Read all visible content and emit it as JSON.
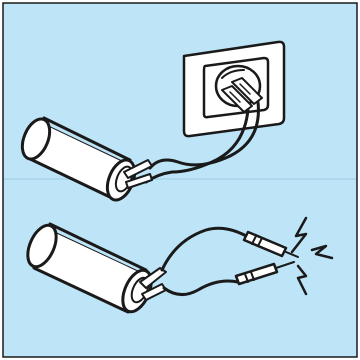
{
  "illustration": {
    "background_color": "#bde4f7",
    "ink_color": "#1a1a1a",
    "fill_color": "#ffffff",
    "top_scene": {
      "subject": "capacitor",
      "connected_to": "wall-socket",
      "icons": [
        "capacitor-icon",
        "wall-socket-icon",
        "lead-wires-icon"
      ]
    },
    "bottom_scene": {
      "subject": "capacitor",
      "connected_to": "test-probes",
      "effect": "spark",
      "icons": [
        "capacitor-icon",
        "probe-icon",
        "spark-icon"
      ]
    }
  }
}
